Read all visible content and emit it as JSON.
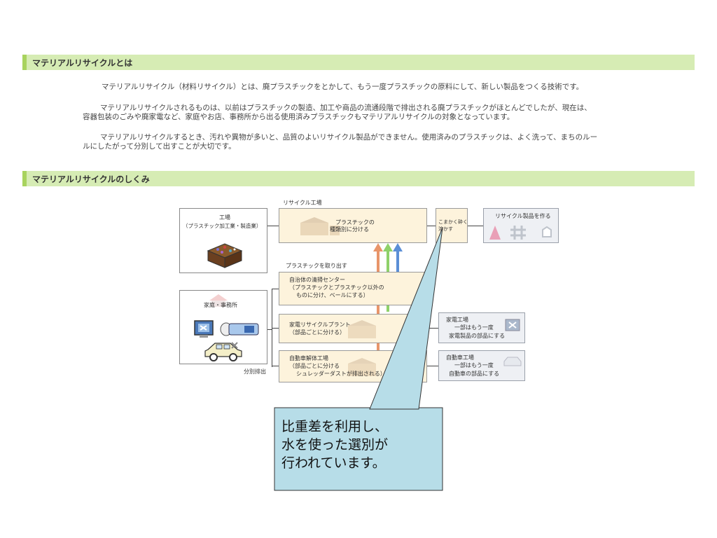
{
  "sections": {
    "about_title": "マテリアルリサイクルとは",
    "mechanism_title": "マテリアルリサイクルのしくみ"
  },
  "paragraphs": {
    "p1": "マテリアルリサイクル（材料リサイクル）とは、廃プラスチックをとかして、もう一度プラスチックの原料にして、新しい製品をつくる技術です。",
    "p2_line1": "マテリアルリサイクルされるものは、以前はプラスチックの製造、加工や商品の流通段階で排出される廃プラスチックがほとんどでしたが、現在は、",
    "p2_line2": "容器包装のごみや廃家電など、家庭やお店、事務所から出る使用済みプラスチックもマテリアルリサイクルの対象となっています。",
    "p3_line1": "マテリアルリサイクルするとき、汚れや異物が多いと、品質のよいリサイクル製品ができません。使用済みのプラスチックは、よく洗って、まちのルー",
    "p3_line2": "ルにしたがって分別して出すことが大切です。"
  },
  "diagram": {
    "recycle_plant_title": "リサイクル工場",
    "factory_name": "工場",
    "factory_sub": "（プラスチック加工業・製造業）",
    "sort_line1": "プラスチックの",
    "sort_line2": "種類別に分ける",
    "crush_line1": "こまかく砕く",
    "crush_line2": "溶かす",
    "product_title": "リサイクル製品を作る",
    "extract_label": "プラスチックを取り出す",
    "household_title": "家庭・事務所",
    "center_line1": "自治体の清掃センター",
    "center_line2": "（プラスチックとプラスチック以外の",
    "center_line3": "ものに分け、ベールにする）",
    "appliance_line1": "家電リサイクルプラント",
    "appliance_line2": "（部品ごとに分ける）",
    "car_line1": "自動車解体工場",
    "car_line2": "（部品ごとに分ける",
    "car_line3": "シュレッダーダストが排出される）",
    "separate_label": "分別排出",
    "appl_factory_line1": "家電工場",
    "appl_factory_line2": "一部はもう一度",
    "appl_factory_line3": "家電製品の部品にする",
    "car_factory_line1": "自動車工場",
    "car_factory_line2": "一部はもう一度",
    "car_factory_line3": "自動車の部品にする"
  },
  "callout": {
    "line1": "比重差を利用し、",
    "line2": "水を使った選別が",
    "line3": "行われています。"
  },
  "colors": {
    "header_bg": "#d6ecb4",
    "header_accent": "#a8d35e",
    "box_fill": "#fdf3dc",
    "callout_fill": "#b7dde8",
    "arrow_orange": "#e8956a",
    "arrow_green": "#8fd16a",
    "arrow_blue": "#5b8fd6"
  }
}
